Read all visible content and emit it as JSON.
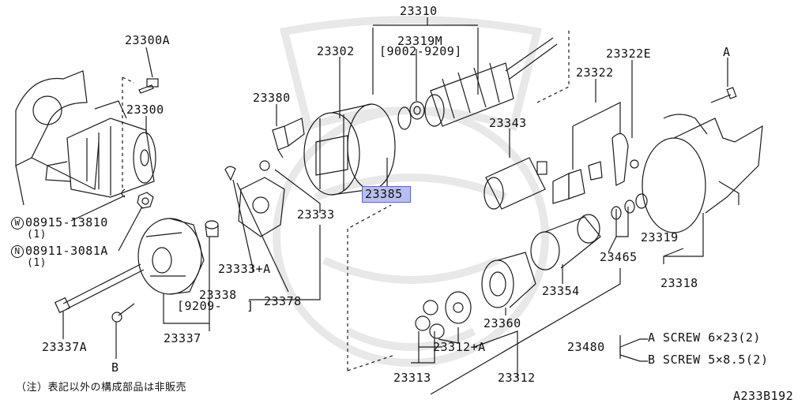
{
  "labels": {
    "p23310": "23310",
    "p23319M": "23319M",
    "p23319M_range": "[9002-9209]",
    "p23300A": "23300A",
    "p23302": "23302",
    "p23322E": "23322E",
    "p23322": "23322",
    "p23380": "23380",
    "p23300": "23300",
    "p23343": "23343",
    "p23385": "23385",
    "p23333": "23333",
    "w_code": "08915-13810",
    "w_prefix": "W",
    "w_qty": "(1)",
    "n_code": "08911-3081A",
    "n_prefix": "N",
    "n_qty": "(1)",
    "p23333A": "23333+A",
    "p23319": "23319",
    "p23465": "23465",
    "p23318": "23318",
    "p23338": "23338",
    "p23338_range": "[9209-",
    "p23338_range_end": "]",
    "p23378": "23378",
    "p23354": "23354",
    "p23337": "23337",
    "p23360": "23360",
    "p23337A": "23337A",
    "p23312A": "23312+A",
    "p23480": "23480",
    "screwA": "A  SCREW  6×23(2)",
    "screwB": "B  SCREW  5×8.5(2)",
    "refA": "A",
    "refB": "B",
    "p23313": "23313",
    "p23312": "23312",
    "note": "（注）表記以外の構成部品は非販売",
    "diagram_id": "A233B192"
  },
  "colors": {
    "line": "#1a1a1a",
    "highlight_fill": "#b8bff0",
    "highlight_border": "#5a66c8",
    "watermark": "#e9e9e9"
  }
}
